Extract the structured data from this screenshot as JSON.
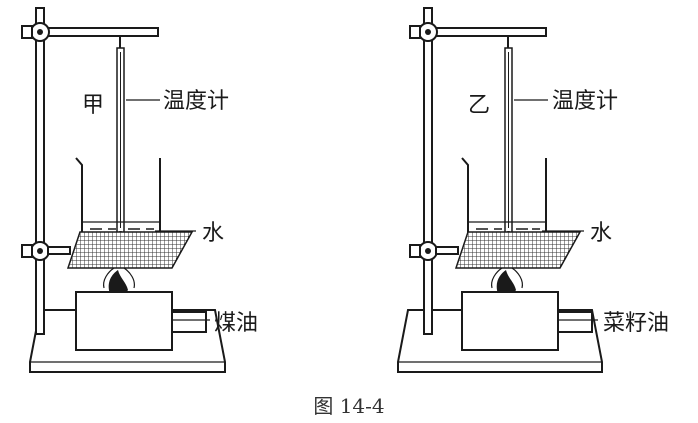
{
  "left": {
    "label_name": "甲",
    "thermometer": "温度计",
    "liquid": "水",
    "fuel": "煤油"
  },
  "right": {
    "label_name": "乙",
    "thermometer": "温度计",
    "liquid": "水",
    "fuel": "菜籽油"
  },
  "caption": "图 14-4"
}
